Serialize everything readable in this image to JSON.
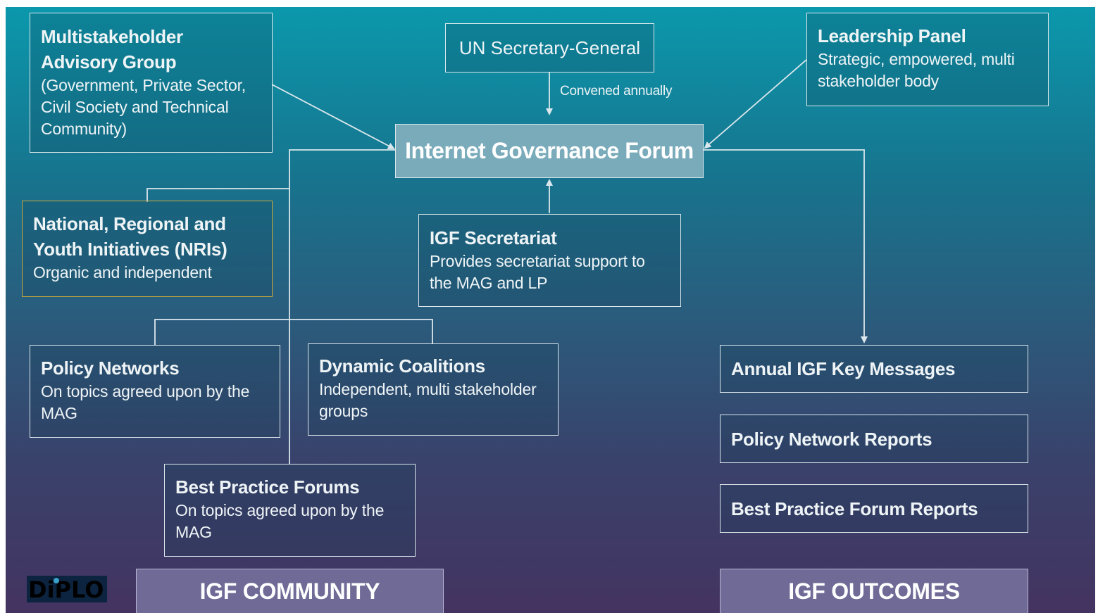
{
  "mag": {
    "title_line1": "Multistakeholder",
    "title_line2": "Advisory Group",
    "desc_line1": "(Government, Private Sector,",
    "desc_line2": "Civil Society and Technical",
    "desc_line3": "Community)"
  },
  "un": {
    "label": "UN Secretary-General",
    "note": "Convened annually"
  },
  "leadership": {
    "title": "Leadership Panel",
    "desc_line1": "Strategic, empowered, multi",
    "desc_line2": "stakeholder body"
  },
  "igf": {
    "label": "Internet Governance Forum"
  },
  "nri": {
    "title_line1": "National, Regional and",
    "title_line2": "Youth Initiatives (NRIs)",
    "desc": "Organic and independent"
  },
  "secretariat": {
    "title": "IGF Secretariat",
    "desc_line1": "Provides secretariat support to",
    "desc_line2": "the MAG and LP"
  },
  "policy_networks": {
    "title": "Policy Networks",
    "desc_line1": "On topics agreed upon by the",
    "desc_line2": "MAG"
  },
  "dynamic_coalitions": {
    "title": "Dynamic Coalitions",
    "desc_line1": "Independent, multi stakeholder",
    "desc_line2": "groups"
  },
  "best_practice": {
    "title": "Best Practice Forums",
    "desc_line1": "On topics agreed upon by the",
    "desc_line2": "MAG"
  },
  "outcomes": {
    "items": [
      "Annual IGF Key Messages",
      "Policy Network Reports",
      "Best Practice Forum Reports"
    ]
  },
  "footer": {
    "community": "IGF COMMUNITY",
    "outcomes": "IGF OUTCOMES"
  },
  "logo": {
    "text": "DiPLO"
  },
  "colors": {
    "line": "#dbe7ec",
    "gold_border": "#c9a53a",
    "igf_fill": "#7aabba",
    "footer_fill": "#6f6a96"
  }
}
